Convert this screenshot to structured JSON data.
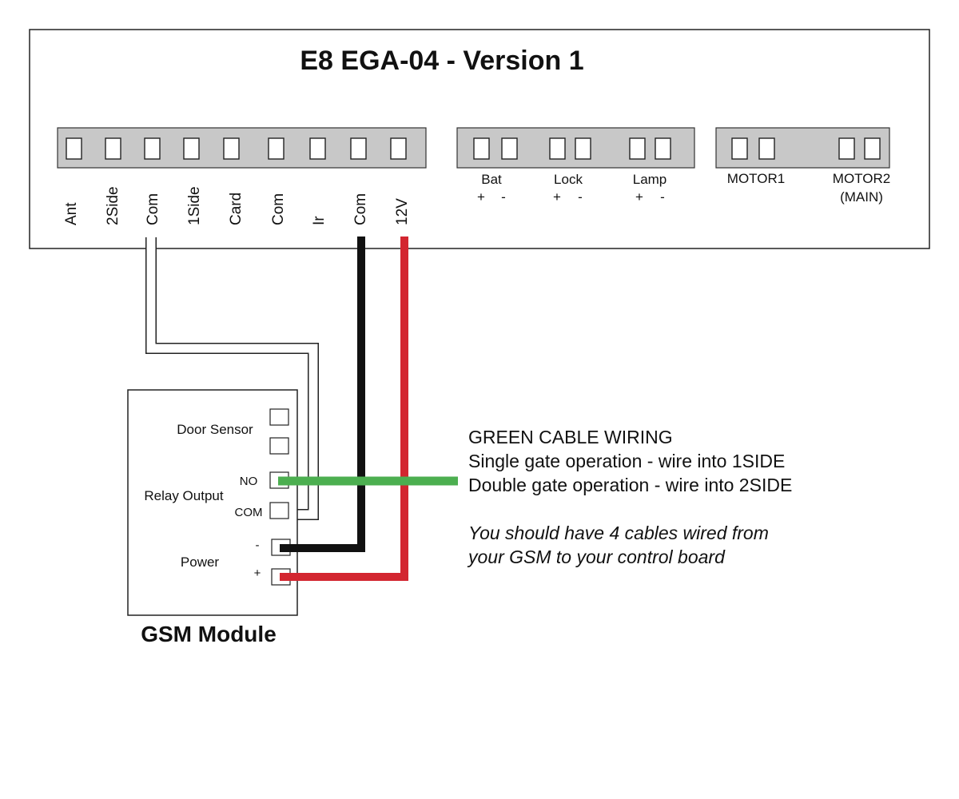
{
  "board": {
    "title": "E8 EGA-04 - Version 1",
    "left_terminals": [
      "Ant",
      "2Side",
      "Com",
      "1Side",
      "Card",
      "Com",
      "Ir",
      "Com",
      "12V"
    ],
    "bat_label": "Bat",
    "lock_label": "Lock",
    "lamp_label": "Lamp",
    "plus": "+",
    "minus": "-",
    "motor1_label": "MOTOR1",
    "motor2_label": "MOTOR2",
    "motor2_sub": "(MAIN)"
  },
  "gsm": {
    "title": "GSM Module",
    "door_sensor": "Door Sensor",
    "relay_output": "Relay Output",
    "power": "Power",
    "no": "NO",
    "com": "COM",
    "minus": "-",
    "plus": "+"
  },
  "notes": {
    "heading": "GREEN CABLE WIRING",
    "line1": "Single gate operation - wire into 1SIDE",
    "line2": "Double gate operation - wire into 2SIDE",
    "italic1": "You should have 4 cables wired from",
    "italic2": "your GSM to your control board"
  },
  "colors": {
    "green_wire": "#4caf50",
    "red_wire": "#d32630",
    "black_wire": "#111111",
    "panel_grey": "#c8c8c8"
  }
}
